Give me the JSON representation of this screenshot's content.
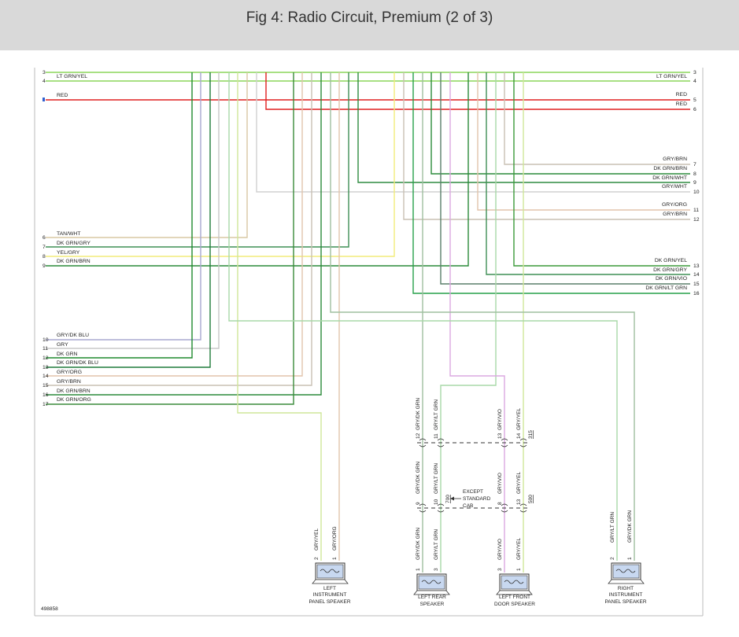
{
  "title": "Fig 4: Radio Circuit, Premium (2 of 3)",
  "figure_id": "498858",
  "colors": {
    "LT_GRN_YEL": "#8cd65a",
    "RED": "#e02020",
    "GRY_BRN": "#c9c0b4",
    "DK_GRN_BRN": "#2a8a3a",
    "DK_GRN_WHT": "#2e8b40",
    "GRY_WHT": "#d0d0d0",
    "GRY_ORG": "#e2c4ac",
    "TAN_WHT": "#d8c8a4",
    "DK_GRN_GRY": "#3f8f55",
    "YEL_GRY": "#f2ec7a",
    "DK_GRN_BRN2": "#2a8a3a",
    "DK_GRN_YEL": "#3b9a3a",
    "DK_GRN_VIO": "#5a7f6a",
    "DK_GRN_LT_GRN": "#27a04a",
    "GRY_DK_BLU": "#a8a8d0",
    "GRY": "#c8c8c8",
    "DK_GRN": "#1f8a2e",
    "DK_GRN_DK_BLU": "#1f7a3a",
    "DK_GRN_ORG": "#3a8a3a",
    "GRY_VIO": "#dba8e0",
    "GRY_YEL": "#cfe69a",
    "GRY_LT_GRN": "#a8d8a8",
    "GRY_DK_GRN": "#9fbf9f"
  },
  "left_labels": [
    {
      "pin": "3",
      "text": "LT GRN/YEL"
    },
    {
      "pin": "4",
      "text": ""
    },
    {
      "pin": "",
      "text": "RED"
    },
    {
      "pin": "6",
      "text": "TAN/WHT"
    },
    {
      "pin": "7",
      "text": "DK GRN/GRY"
    },
    {
      "pin": "8",
      "text": "YEL/GRY"
    },
    {
      "pin": "9",
      "text": "DK GRN/BRN"
    },
    {
      "pin": "10",
      "text": "GRY/DK BLU"
    },
    {
      "pin": "11",
      "text": "GRY"
    },
    {
      "pin": "12",
      "text": "DK GRN"
    },
    {
      "pin": "13",
      "text": "DK GRN/DK BLU"
    },
    {
      "pin": "14",
      "text": "GRY/ORG"
    },
    {
      "pin": "15",
      "text": "GRY/BRN"
    },
    {
      "pin": "16",
      "text": "DK GRN/BRN"
    },
    {
      "pin": "17",
      "text": "DK GRN/ORG"
    }
  ],
  "right_labels": [
    {
      "pin": "3",
      "text": "LT GRN/YEL"
    },
    {
      "pin": "4",
      "text": ""
    },
    {
      "pin": "5",
      "text": "RED"
    },
    {
      "pin": "6",
      "text": "RED"
    },
    {
      "pin": "7",
      "text": "GRY/BRN"
    },
    {
      "pin": "8",
      "text": "DK GRN/BRN"
    },
    {
      "pin": "9",
      "text": "DK GRN/WHT"
    },
    {
      "pin": "10",
      "text": "GRY/WHT"
    },
    {
      "pin": "11",
      "text": "GRY/ORG"
    },
    {
      "pin": "12",
      "text": "GRY/BRN"
    },
    {
      "pin": "13",
      "text": "DK GRN/YEL"
    },
    {
      "pin": "14",
      "text": "DK GRN/GRY"
    },
    {
      "pin": "15",
      "text": "DK GRN/VIO"
    },
    {
      "pin": "16",
      "text": "DK GRN/LT GRN"
    }
  ],
  "vertical_labels": [
    {
      "text": "GRY/DK GRN",
      "pin": "12"
    },
    {
      "text": "GRY/LT GRN",
      "pin": "11"
    },
    {
      "text": "GRY/VIO",
      "pin": "13"
    },
    {
      "text": "GRY/YEL",
      "pin": "14"
    },
    {
      "text": "GRY/DK GRN",
      "pin": "9"
    },
    {
      "text": "GRY/LT GRN",
      "pin": "10"
    },
    {
      "text": "GRY/VIO",
      "pin": "8"
    },
    {
      "text": "GRY/YEL",
      "pin": "13"
    },
    {
      "text": "GRY/DK GRN",
      "pin": "1"
    },
    {
      "text": "GRY/LT GRN",
      "pin": "3"
    },
    {
      "text": "GRY/VIO",
      "pin": "3"
    },
    {
      "text": "GRY/YEL",
      "pin": "1"
    },
    {
      "text": "GRY/YEL",
      "pin": "2"
    },
    {
      "text": "GRY/ORG",
      "pin": "1"
    },
    {
      "text": "GRY/LT GRN",
      "pin": "2"
    },
    {
      "text": "GRY/DK GRN",
      "pin": "1"
    }
  ],
  "connector_tags": [
    "315",
    "700",
    "500"
  ],
  "note": [
    "EXCEPT",
    "STANDARD",
    "CAB"
  ],
  "speakers": [
    {
      "lines": [
        "LEFT",
        "INSTRUMENT",
        "PANEL SPEAKER"
      ]
    },
    {
      "lines": [
        "LEFT REAR",
        "SPEAKER"
      ]
    },
    {
      "lines": [
        "LEFT FRONT",
        "DOOR SPEAKER"
      ]
    },
    {
      "lines": [
        "RIGHT",
        "INSTRUMENT",
        "PANEL SPEAKER"
      ]
    }
  ]
}
